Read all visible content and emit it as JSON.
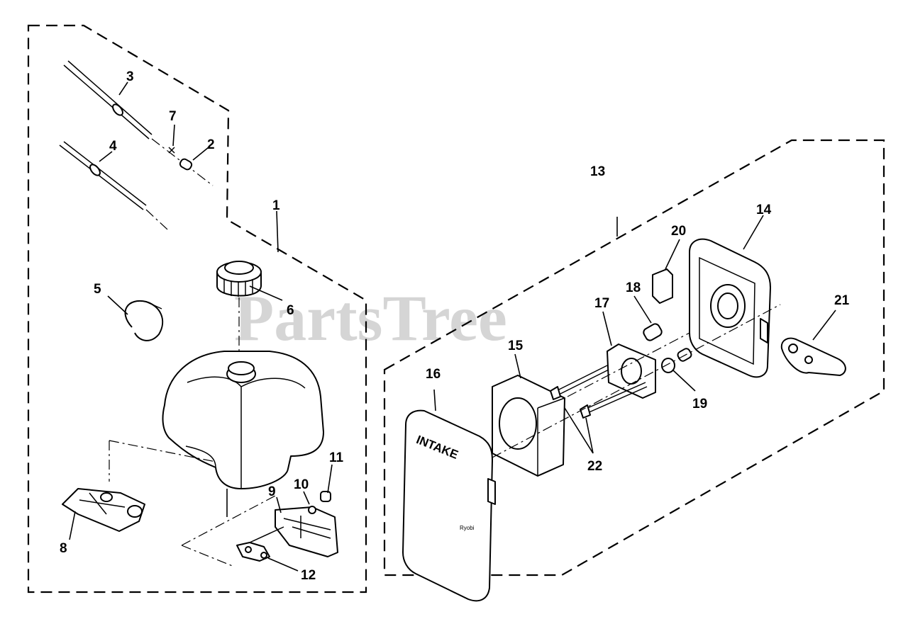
{
  "watermark": "PartsTree",
  "cover_label": "INTAKE",
  "cover_small_text": "Ryobi",
  "callouts": {
    "c1": "1",
    "c2": "2",
    "c3": "3",
    "c4": "4",
    "c5": "5",
    "c6": "6",
    "c7": "7",
    "c8": "8",
    "c9": "9",
    "c10": "10",
    "c11": "11",
    "c12": "12",
    "c13": "13",
    "c14": "14",
    "c15": "15",
    "c16": "16",
    "c17": "17",
    "c18": "18",
    "c19": "19",
    "c20": "20",
    "c21": "21",
    "c22": "22"
  }
}
